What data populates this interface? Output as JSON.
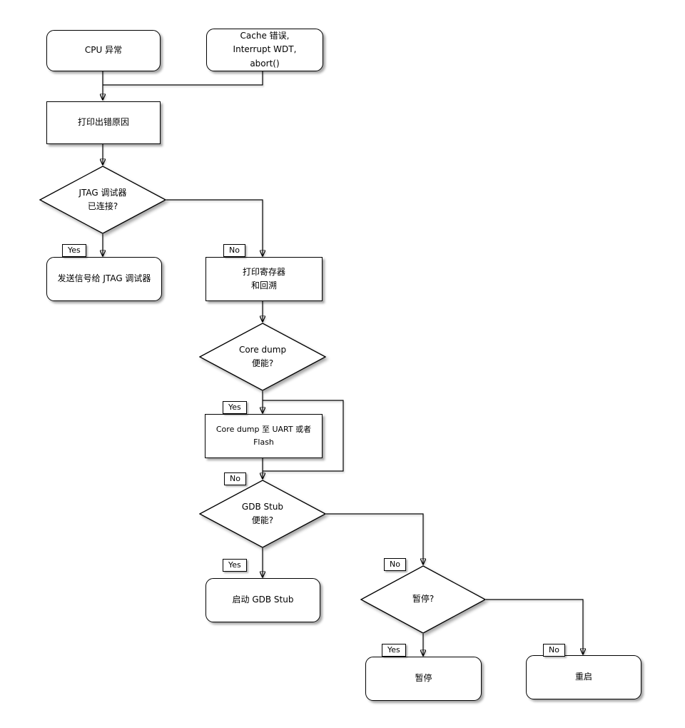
{
  "colors": {
    "line": "#000000",
    "node_fill": "#ffffff",
    "shadow": "#9e9e9e"
  },
  "nodes": {
    "cpu_exception": {
      "label": "CPU 异常"
    },
    "cache_error": {
      "label": "Cache 错误,\nInterrupt WDT,\nabort()"
    },
    "print_error_reason": {
      "label": "打印出错原因"
    },
    "jtag_connected": {
      "label": "JTAG 调试器\n已连接?"
    },
    "send_signal_jtag": {
      "label": "发送信号给 JTAG 调试器"
    },
    "print_registers_backtrace": {
      "label": "打印寄存器\n和回溯"
    },
    "core_dump_enabled": {
      "label": "Core dump\n便能?"
    },
    "core_dump_to_uart_flash": {
      "label": "Core dump 至 UART 或者 Flash"
    },
    "gdb_stub_enabled": {
      "label": "GDB Stub\n便能?"
    },
    "start_gdb_stub": {
      "label": "启动 GDB Stub"
    },
    "halt_question": {
      "label": "暂停?"
    },
    "halt": {
      "label": "暂停"
    },
    "reboot": {
      "label": "重启"
    }
  },
  "edge_labels": {
    "yes": "Yes",
    "no": "No"
  }
}
